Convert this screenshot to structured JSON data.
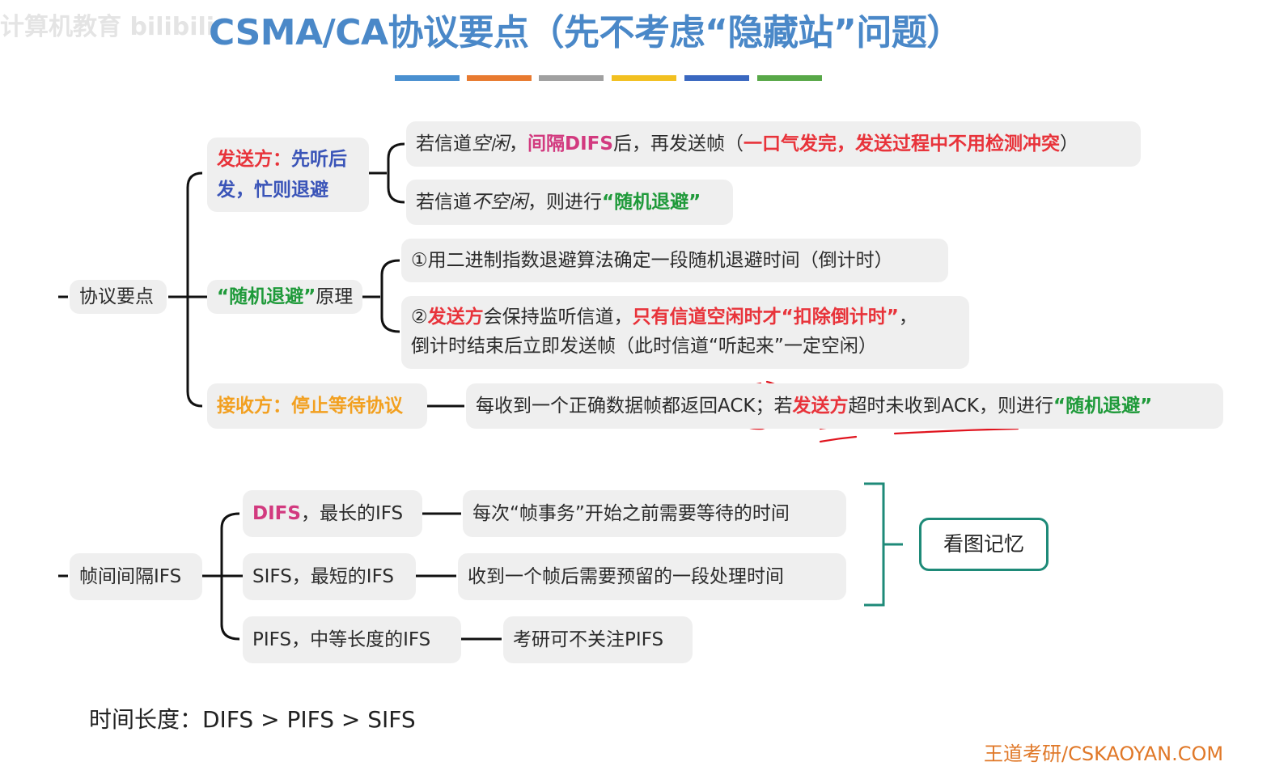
{
  "title": "CSMA/CA协议要点（先不考虑“隐藏站”问题）",
  "watermark": "计算机教育 bilibili",
  "color_bar_colors": [
    "#4a90d0",
    "#e87a30",
    "#a0a0a0",
    "#f2c020",
    "#3a68c0",
    "#58a848"
  ],
  "tree1": {
    "root": "协议要点",
    "sender": {
      "label_a": "发送方：",
      "label_b": "先听后",
      "label_c": "发，忙则退避",
      "idle": {
        "p1": "若信道",
        "p2": "空闲",
        "p3": "，",
        "p4": "间隔DIFS",
        "p5": "后，再发送帧（",
        "p6": "一口气发完，发送过程中不用检测冲突",
        "p7": "）"
      },
      "busy": {
        "p1": "若信道",
        "p2": "不空闲",
        "p3": "，则进行",
        "p4": "“随机退避”"
      }
    },
    "backoff": {
      "label_a": "“随机退避”",
      "label_b": "原理",
      "item1": "①用二进制指数退避算法确定一段随机退避时间（倒计时）",
      "item2": {
        "p1": "②",
        "p2": "发送方",
        "p3": "会保持监听信道，",
        "p4": "只有信道空闲时才“扣除倒计时”",
        "p5": "，",
        "line2": "倒计时结束后立即发送帧（此时信道“听起来”一定空闲）"
      }
    },
    "receiver": {
      "label": "接收方：停止等待协议",
      "desc": {
        "p1": "每收到一个正确数据帧都返回ACK；若",
        "p2": "发送方",
        "p3": "超时未收到ACK，则进行",
        "p4": "“随机退避”"
      }
    }
  },
  "tree2": {
    "root": "帧间间隔IFS",
    "difs": {
      "name": "DIFS",
      "rest": "，最长的IFS",
      "desc": "每次“帧事务”开始之前需要等待的时间"
    },
    "sifs": {
      "label": "SIFS，最短的IFS",
      "desc": "收到一个帧后需要预留的一段处理时间"
    },
    "pifs": {
      "label": "PIFS，中等长度的IFS",
      "desc": "考研可不关注PIFS"
    },
    "remember": "看图记忆"
  },
  "footer": "时间长度：DIFS > PIFS > SIFS",
  "credit": "王道考研/CSKAOYAN.COM"
}
